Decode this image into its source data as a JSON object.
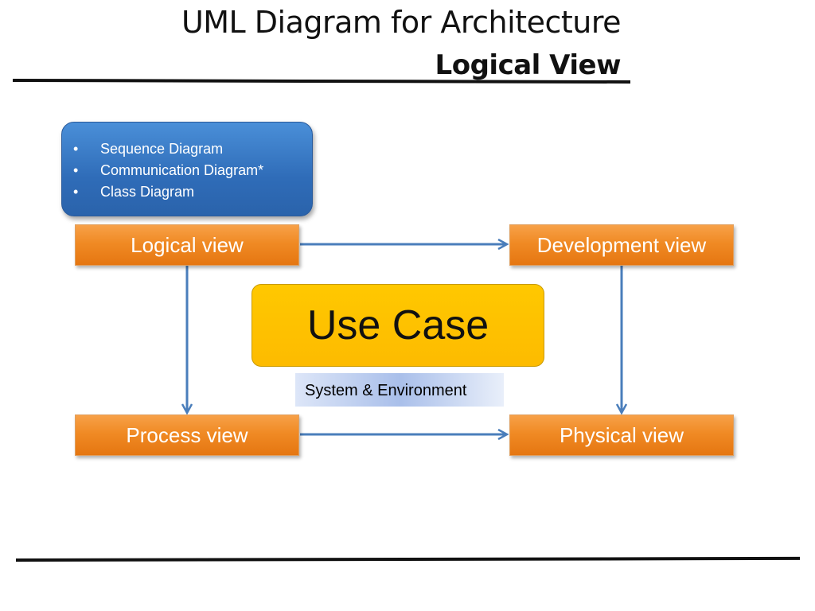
{
  "header": {
    "title": "UML Diagram for Architecture",
    "subtitle": "Logical View"
  },
  "callout": {
    "items": [
      "Sequence Diagram",
      "Communication Diagram*",
      "Class Diagram"
    ]
  },
  "nodes": {
    "logical": "Logical view",
    "development": "Development view",
    "process": "Process view",
    "physical": "Physical view",
    "use_case": "Use Case",
    "system_environment": "System & Environment"
  },
  "colors": {
    "orange": "#f08a24",
    "blue": "#2f6cb8",
    "yellow": "#fdbb00",
    "arrow": "#4a7ebb"
  }
}
